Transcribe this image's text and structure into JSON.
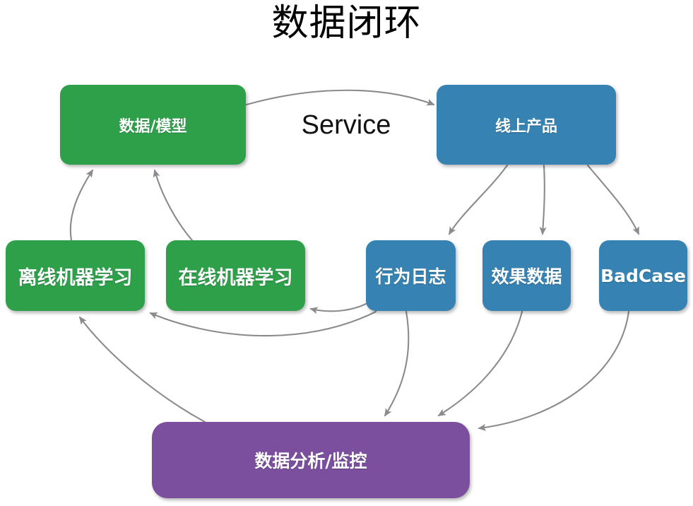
{
  "page": {
    "title": "数据闭环",
    "background_color": "#ffffff",
    "edge_color": "#8b8b8f"
  },
  "colors": {
    "green": "#2ea04a",
    "blue": "#3683b3",
    "purple": "#7b4f9d",
    "arrow": "#8b8b8f",
    "node_text": "#ffffff",
    "label_text": "#111111"
  },
  "nodes": [
    {
      "id": "data-model",
      "label": "数据/模型",
      "color": "#2ea04a"
    },
    {
      "id": "online-product",
      "label": "线上产品",
      "color": "#3683b3"
    },
    {
      "id": "offline-ml",
      "label": "离线机器学习",
      "color": "#2ea04a"
    },
    {
      "id": "online-ml",
      "label": "在线机器学习",
      "color": "#2ea04a"
    },
    {
      "id": "behavior-log",
      "label": "行为日志",
      "color": "#3683b3"
    },
    {
      "id": "effect-data",
      "label": "效果数据",
      "color": "#3683b3"
    },
    {
      "id": "badcase",
      "label": "BadCase",
      "color": "#3683b3"
    },
    {
      "id": "analytics",
      "label": "数据分析/监控",
      "color": "#7b4f9d"
    }
  ],
  "edge_labels": [
    {
      "id": "service",
      "text": "Service"
    }
  ],
  "edges": [
    {
      "from": "data-model",
      "to": "online-product"
    },
    {
      "from": "offline-ml",
      "to": "data-model"
    },
    {
      "from": "online-ml",
      "to": "data-model"
    },
    {
      "from": "online-product",
      "to": "behavior-log"
    },
    {
      "from": "online-product",
      "to": "effect-data"
    },
    {
      "from": "online-product",
      "to": "badcase"
    },
    {
      "from": "behavior-log",
      "to": "online-ml"
    },
    {
      "from": "behavior-log",
      "to": "offline-ml"
    },
    {
      "from": "behavior-log",
      "to": "analytics"
    },
    {
      "from": "effect-data",
      "to": "analytics"
    },
    {
      "from": "badcase",
      "to": "analytics"
    },
    {
      "from": "analytics",
      "to": "offline-ml"
    }
  ]
}
